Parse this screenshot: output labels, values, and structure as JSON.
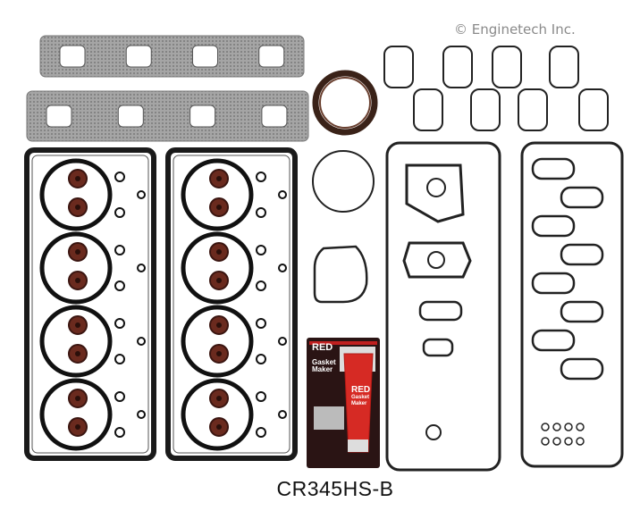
{
  "copyright": "© Enginetech Inc.",
  "part_number": "CR345HS-B",
  "rtv_package": {
    "brand": "RED",
    "product": "Gasket Maker",
    "tube_brand": "RED",
    "tube_product": "Gasket Maker"
  },
  "colors": {
    "gasket_gray": "#9a9a9a",
    "gasket_black": "#1a1a1a",
    "valve_seal": "#6a2a1e",
    "rtv_red": "#d62a24",
    "rtv_dark": "#2a1414"
  }
}
